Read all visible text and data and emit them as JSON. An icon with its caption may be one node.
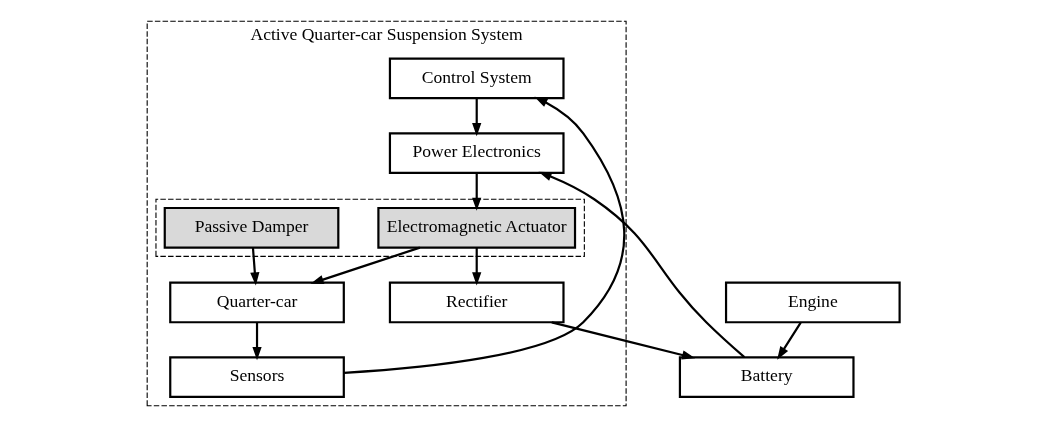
{
  "diagram": {
    "nodes": [
      {
        "text": [
          "Active Quarter-car Suspension System"
        ]
      },
      {
        "text": [
          "Control System"
        ],
        "in": 0
      },
      {
        "text": [
          "Power Electronics"
        ],
        "in": 0
      },
      {
        "text": [],
        "shape": "box",
        "in": 0
      },
      {
        "text": [
          "Passive Damper"
        ],
        "in": 3
      },
      {
        "text": [
          "Electromagnetic Actuator"
        ],
        "in": 3
      },
      {
        "text": [
          "Rectifier"
        ],
        "in": 0
      },
      {
        "text": [
          "Quarter-car"
        ],
        "in": 0
      },
      {
        "text": [
          "Sensors"
        ],
        "in": 0
      },
      {
        "text": [
          "Engine"
        ]
      },
      {
        "text": [
          "Battery"
        ]
      }
    ],
    "edges": [
      {
        "from": 1,
        "to": 2,
        "arrow": "to"
      },
      {
        "from": 2,
        "to": 5,
        "arrow": "to"
      },
      {
        "from": 5,
        "to": 6,
        "arrow": "to"
      },
      {
        "from": 5,
        "to": 7,
        "arrow": "to"
      },
      {
        "from": 4,
        "to": 7,
        "arrow": "to"
      },
      {
        "from": 7,
        "to": 8,
        "arrow": "to"
      },
      {
        "from": 8,
        "to": 1,
        "arrow": "to"
      },
      {
        "from": 6,
        "to": 10,
        "arrow": "to"
      },
      {
        "from": 9,
        "to": 10,
        "arrow": "to"
      },
      {
        "from": 10,
        "to": 2,
        "arrow": "to"
      }
    ]
  }
}
